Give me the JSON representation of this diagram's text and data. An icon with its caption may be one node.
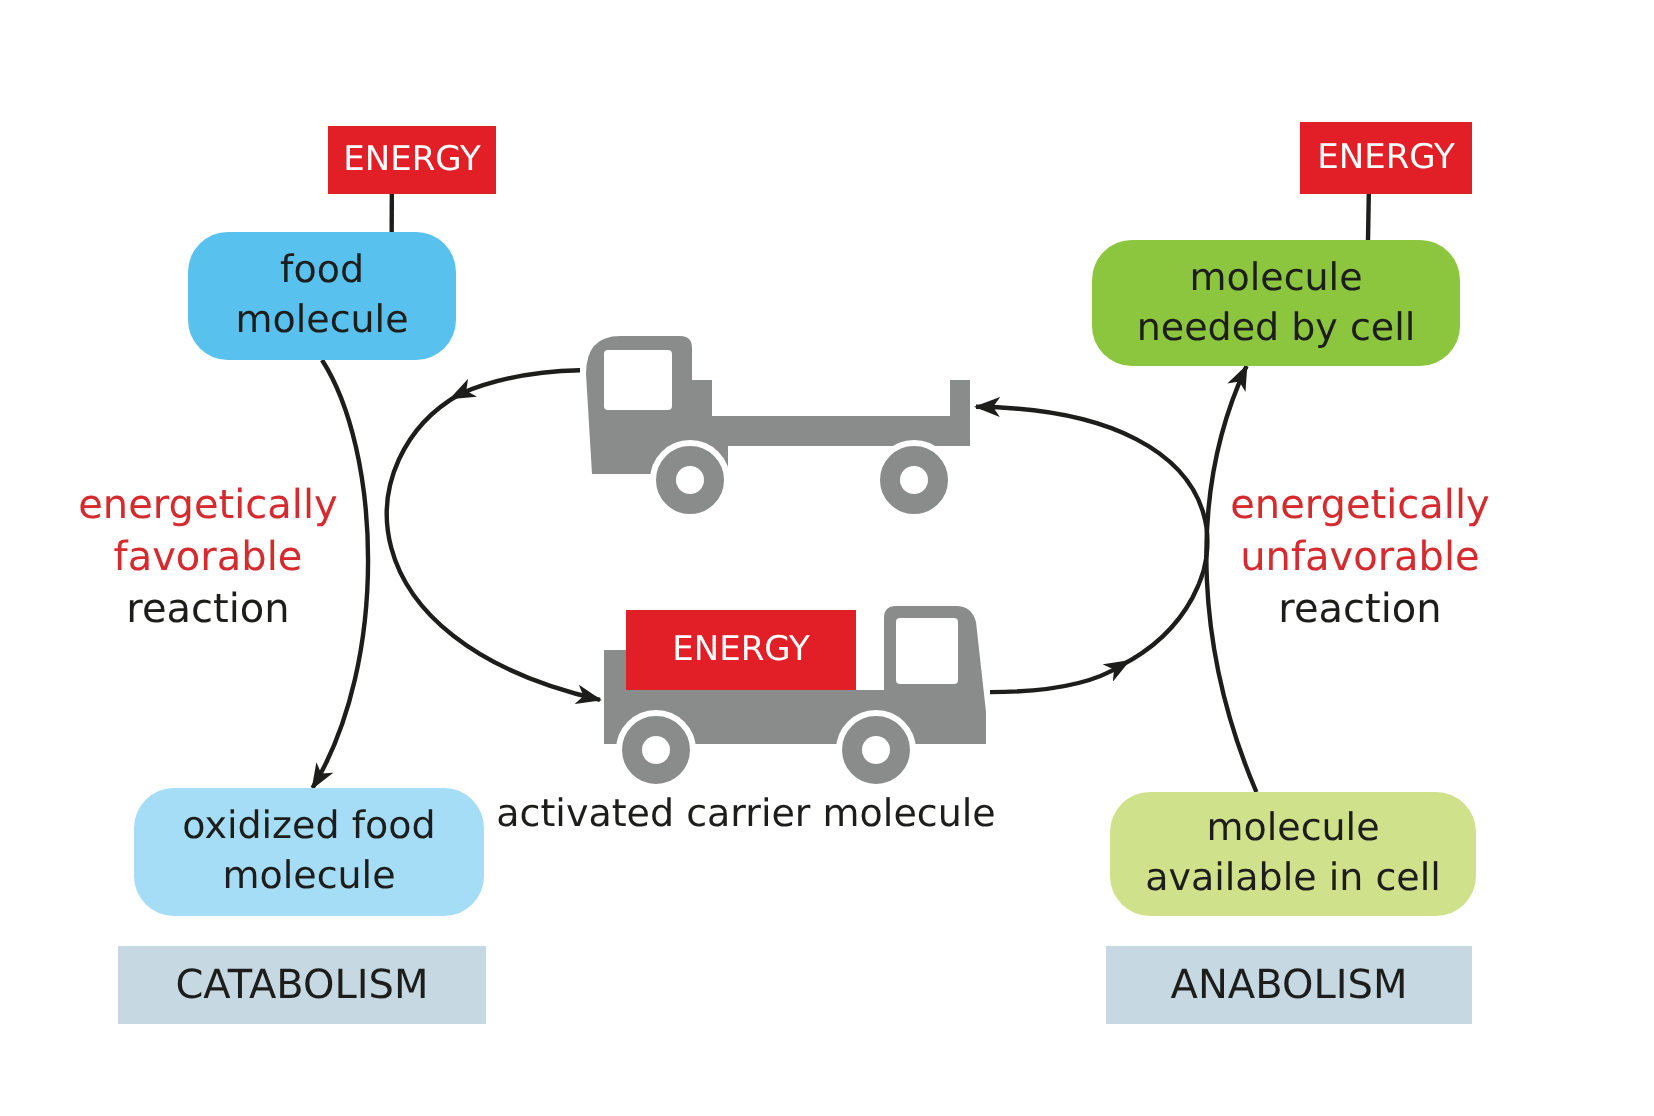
{
  "diagram": {
    "nodes": [
      {
        "text": [
          "ENERGY"
        ]
      },
      {
        "text": [
          "ENERGY"
        ]
      },
      {
        "text": [
          "food molecule"
        ]
      },
      {
        "text": [
          "molecule needed by cell"
        ]
      },
      {
        "text": [],
        "shape": "picture"
      },
      {
        "text": [],
        "shape": "picture",
        "beside": [
          "activated carrier molecule"
        ]
      },
      {
        "text": [
          "ENERGY"
        ],
        "in": 5
      },
      {
        "text": [
          "oxidized food molecule"
        ]
      },
      {
        "text": [
          "molecule available in cell"
        ]
      },
      {
        "text": [
          "CATABOLISM"
        ]
      },
      {
        "text": [
          "ANABOLISM"
        ]
      }
    ],
    "edges": [
      {
        "from": 0,
        "to": 2,
        "arrow": "none"
      },
      {
        "from": 1,
        "to": 3,
        "arrow": "none"
      },
      {
        "from": 2,
        "to": 7,
        "arrow": "to"
      },
      {
        "from": 4,
        "to": 5,
        "arrow": "to"
      },
      {
        "from": 5,
        "to": 4,
        "arrow": "to"
      },
      {
        "from": 8,
        "to": 3,
        "arrow": "to"
      }
    ],
    "labels": [
      "energetically favorable",
      "reaction",
      "energetically unfavorable",
      "reaction"
    ]
  }
}
